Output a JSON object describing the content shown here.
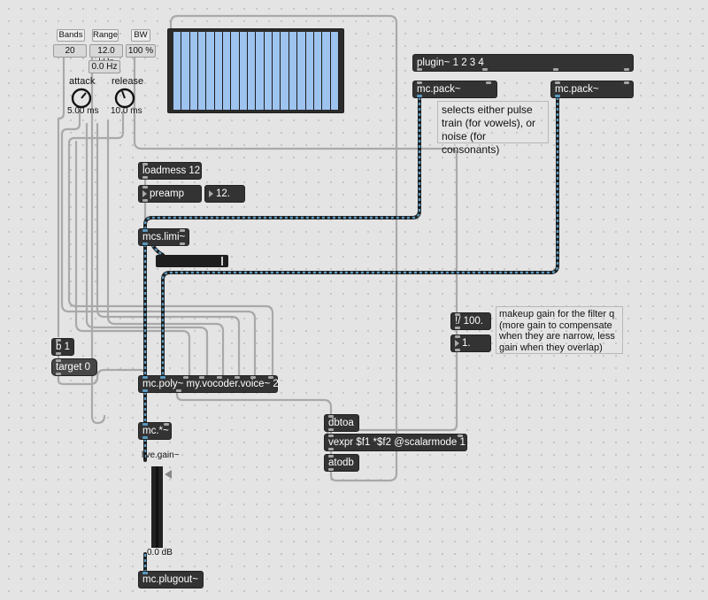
{
  "window": {
    "background": "#e4e4e4"
  },
  "header_labels": {
    "bands": "Bands",
    "range": "Range",
    "bw": "BW"
  },
  "header_values": {
    "bands": "20",
    "range": "12.0 kHz",
    "range_low": "0.0 Hz",
    "bw": "100 %"
  },
  "dials": {
    "attack": {
      "label": "attack",
      "value": "5.00 ms"
    },
    "release": {
      "label": "release",
      "value": "10.0 ms"
    }
  },
  "multislider": {
    "bar_count": 20,
    "bar_color": "#9dc3ef"
  },
  "objects": {
    "plugin": "plugin~ 1 2 3 4",
    "mcpack_left": "mc.pack~",
    "mcpack_right": "mc.pack~",
    "loadmess": "loadmess 12",
    "preamp": "preamp",
    "preamp_value": "12.",
    "mcslimi": "mcs.limi~",
    "b1": "b 1",
    "target": "target 0",
    "mcpoly": "mc.poly~ my.vocoder.voice~ 2",
    "div100": "!/ 100.",
    "one": "1.",
    "mctimes": "mc.*~",
    "livegain_label": "live.gain~",
    "livegain_value": "0.0 dB",
    "dbtoa": "dbtoa",
    "vexpr": "vexpr $f1 *$f2 @scalarmode 1",
    "atodb": "atodb",
    "plugout": "mc.plugout~"
  },
  "comments": {
    "selects": "selects either pulse train (for vowels), or noise (for consonants)",
    "makeup": "makeup gain for the filter q (more gain to compensate when they are narrow, less gain when they overlap)"
  },
  "colors": {
    "object_bg": "#333333",
    "mc_cable": "#5b9ac2",
    "cable": "#aaaaaa"
  }
}
